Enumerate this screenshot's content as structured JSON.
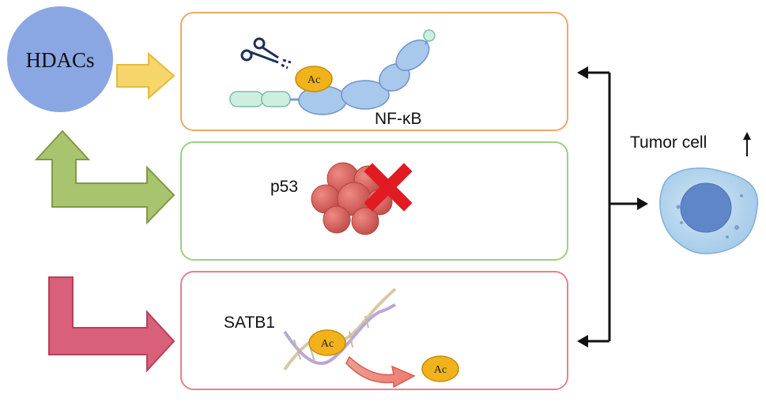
{
  "hdacs_label": "HDACs",
  "panels": {
    "nfkb": {
      "label": "NF-κB",
      "acetyl_label": "Ac"
    },
    "p53": {
      "label": "p53"
    },
    "satb1": {
      "label": "SATB1",
      "acetyl_label_bound": "Ac",
      "acetyl_label_released": "Ac"
    }
  },
  "tumor_label": "Tumor cell",
  "colors": {
    "hdacs_circle": "#8aa7e3",
    "nfkb_border": "#f0a866",
    "p53_border": "#9ccf7f",
    "satb1_border": "#e8808e",
    "yellow_arrow": "#f6d66a",
    "green_arrow": "#a9c46e",
    "red_arrow": "#d9607a",
    "acetyl": "#f2b21c",
    "cross": "#e01b22",
    "protein_blue": "#a8c8ec",
    "p53_sphere": "#d9625c",
    "cell_body": "#b4d6ee",
    "cell_nucleus": "#5f86c9"
  },
  "icons": [
    "scissors-icon",
    "red-cross-icon",
    "dna-helix-icon",
    "up-arrow-icon"
  ]
}
